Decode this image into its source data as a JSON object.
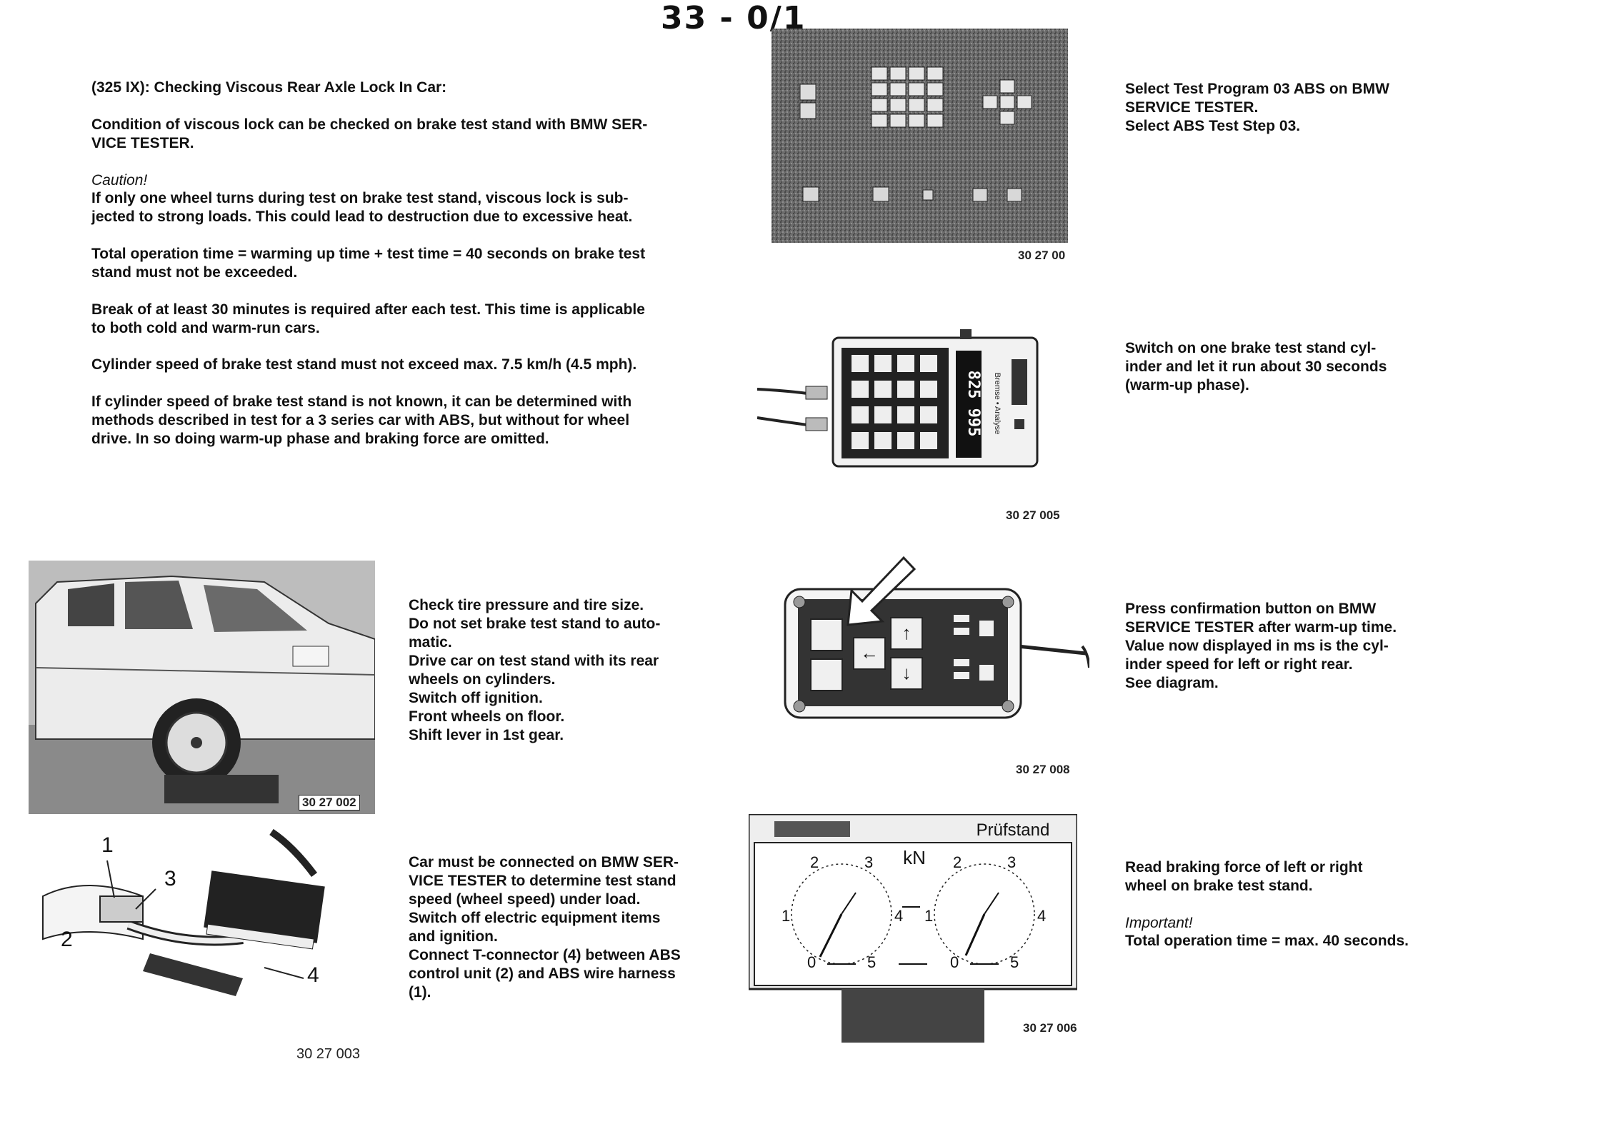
{
  "page_number": "33 - 0/1",
  "left_column": {
    "heading": "(325 IX): Checking Viscous Rear Axle Lock In Car:",
    "condition": "Condition of viscous lock can be checked on brake test stand with BMW SER-\nVICE TESTER.",
    "caution_label": "Caution!",
    "caution_text": "If only one wheel turns during test on brake test stand, viscous lock is sub-\njected to strong loads. This could lead to destruction due to excessive heat.",
    "operation_time": "Total operation time = warming up time + test time = 40 seconds on brake test\nstand must not be exceeded.",
    "break_text": "Break of at least 30 minutes is required after each test. This time is applicable\nto both cold and warm-run cars.",
    "cylinder_speed": "Cylinder speed of brake test stand must not exceed max. 7.5 km/h (4.5 mph).",
    "unknown_speed": "If cylinder speed of brake test stand is not known, it can be determined with\nmethods described in test for a 3 series car with ABS, but without for wheel\ndrive. In so doing warm-up phase and braking force are omitted."
  },
  "steps": {
    "car_prep": "Check tire pressure and tire size.\nDo not set brake test stand to auto-\nmatic.\nDrive car on test stand with its rear\nwheels on cylinders.\nSwitch off ignition.\nFront wheels on floor.\nShift lever in 1st gear.",
    "connect": "Car must be connected on BMW SER-\nVICE TESTER to determine test stand\nspeed (wheel speed) under load.\nSwitch off electric equipment items\nand ignition.\nConnect T-connector (4) between ABS\ncontrol unit (2) and ABS wire harness\n(1).",
    "select_program": "Select Test Program 03 ABS on BMW\nSERVICE TESTER.\nSelect ABS Test Step 03.",
    "switch_on": "Switch on one brake test stand cyl-\ninder and let it run about 30 seconds\n(warm-up phase).",
    "confirm": "Press confirmation button on BMW\nSERVICE TESTER after warm-up time.\nValue now displayed in ms is the cyl-\ninder speed for left or right rear.\nSee diagram.",
    "read_label": "Read braking force of left or right\nwheel on brake test stand.",
    "important_label": "Important!",
    "important_text": "Total operation time = max. 40 seconds."
  },
  "figures": {
    "keypad_caption": "30 27 00",
    "tester_caption": "30 27 005",
    "tester_display": "825 995",
    "tester_brand": "Bremse • Analyse",
    "car_caption": "30 27 002",
    "connector_caption": "30 27 003",
    "connector_labels": [
      "1",
      "2",
      "3",
      "4"
    ],
    "panel_caption": "30 27 008",
    "gauge_caption": "30 27 006",
    "gauge_title": "Prüfstand",
    "gauge_unit": "kN",
    "gauge_ticks": [
      "0",
      "1",
      "2",
      "3",
      "4",
      "5"
    ]
  }
}
